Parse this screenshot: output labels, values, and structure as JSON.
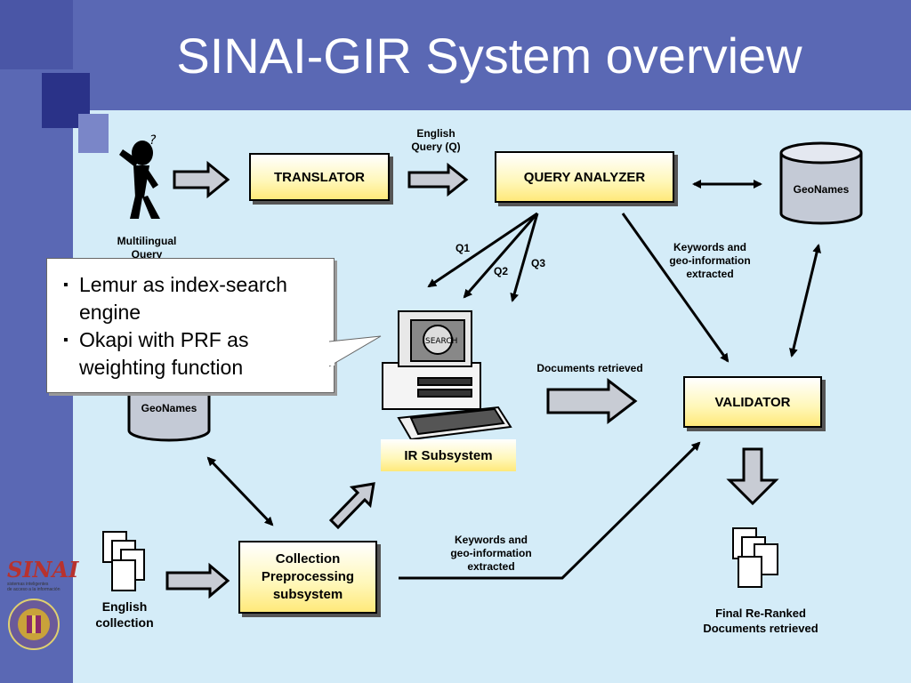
{
  "slide": {
    "title": "SINAI-GIR System overview"
  },
  "diagram": {
    "translator": "TRANSLATOR",
    "query_analyzer": "QUERY ANALYZER",
    "validator": "VALIDATOR",
    "ir_subsystem": "IR Subsystem",
    "collection_preprocessing": [
      "Collection",
      "Preprocessing",
      "subsystem"
    ],
    "geonames_top": "GeoNames",
    "geonames_left": "GeoNames",
    "english_query": [
      "English",
      "Query (Q)"
    ],
    "multilingual_query": [
      "Multilingual",
      "Query"
    ],
    "q1": "Q1",
    "q2": "Q2",
    "q3": "Q3",
    "keywords_top": [
      "Keywords and",
      "geo-information",
      "extracted"
    ],
    "keywords_bottom": [
      "Keywords and",
      "geo-information",
      "extracted"
    ],
    "documents_retrieved": "Documents retrieved",
    "english_collection": [
      "English",
      "collection"
    ],
    "final_reranked": [
      "Final Re-Ranked",
      "Documents retrieved"
    ]
  },
  "callout": {
    "items": [
      "Lemur as index-search engine",
      "Okapi with PRF as weighting function"
    ]
  },
  "logo": {
    "text": "SINAI",
    "subtext": [
      "sistemas inteligentes",
      "de acceso a la información"
    ]
  },
  "colors": {
    "header": "#5a68b4",
    "background": "#d4ecf8",
    "box_fill": "#fff3a0",
    "arrow_fill": "#c8ccd4"
  }
}
